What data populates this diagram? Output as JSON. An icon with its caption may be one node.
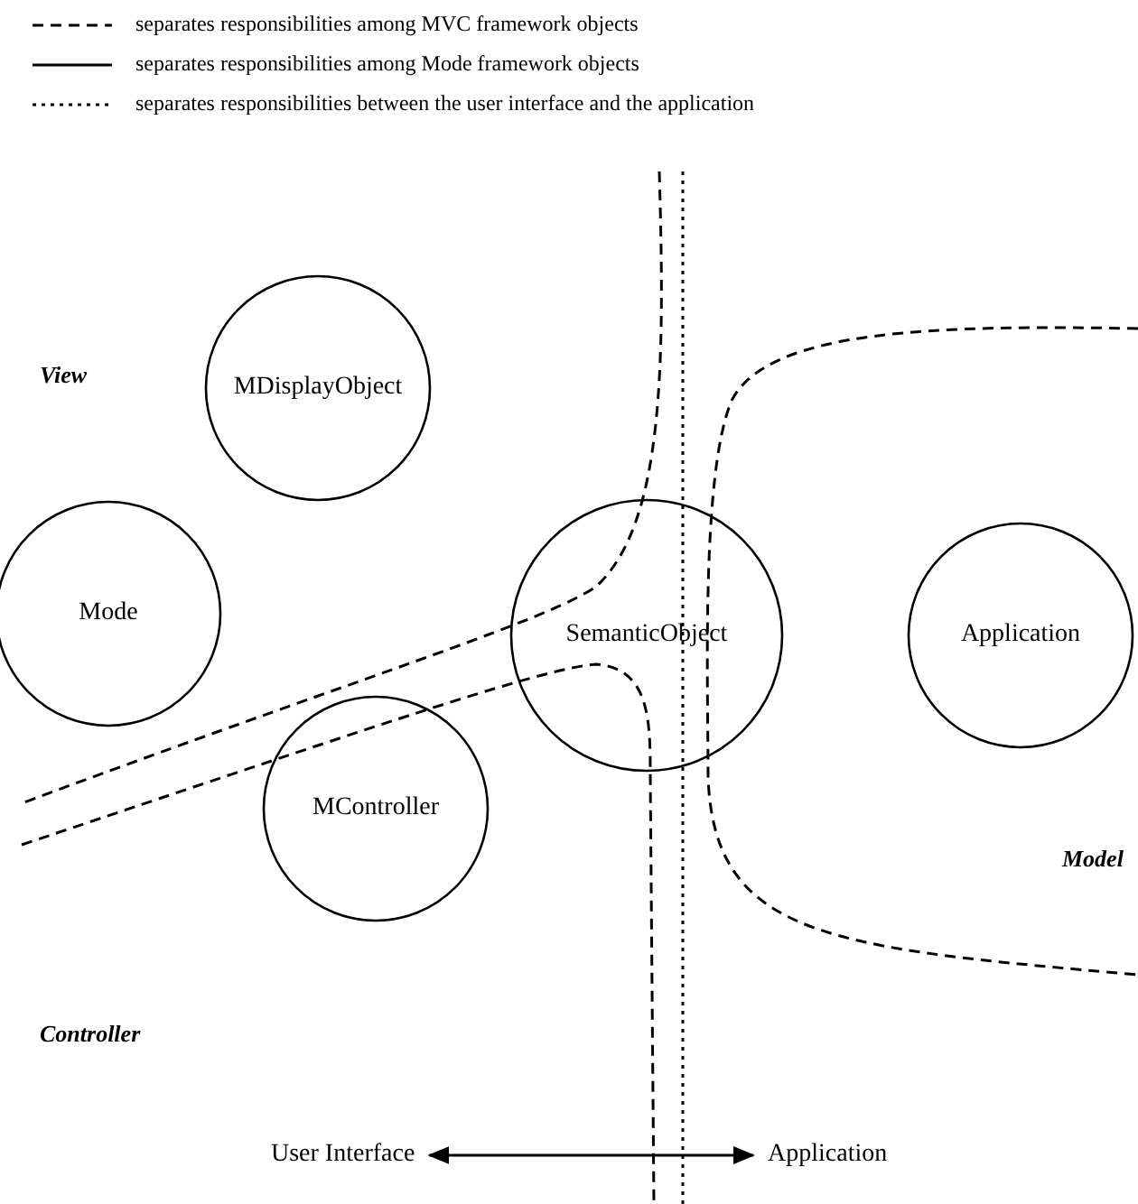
{
  "diagram": {
    "nodes": [
      {
        "text": [
          "MDisplayObject"
        ]
      },
      {
        "text": [
          "Mode"
        ]
      },
      {
        "text": [
          "SemanticObject"
        ]
      },
      {
        "text": [
          "Application"
        ]
      },
      {
        "text": [
          "MController"
        ]
      },
      {
        "text": [
          "User Interface"
        ]
      },
      {
        "text": [
          "Application"
        ]
      }
    ],
    "edges": [
      {
        "from": 5,
        "to": 6,
        "arrow": "both"
      }
    ],
    "labels": [
      "View",
      "Model",
      "Controller"
    ],
    "legend": [
      {
        "text": "separates responsibilities among MVC framework objects"
      },
      {
        "text": "separates responsibilities among Mode framework objects"
      },
      {
        "text": "separates responsibilities between the user interface and the application"
      }
    ]
  }
}
